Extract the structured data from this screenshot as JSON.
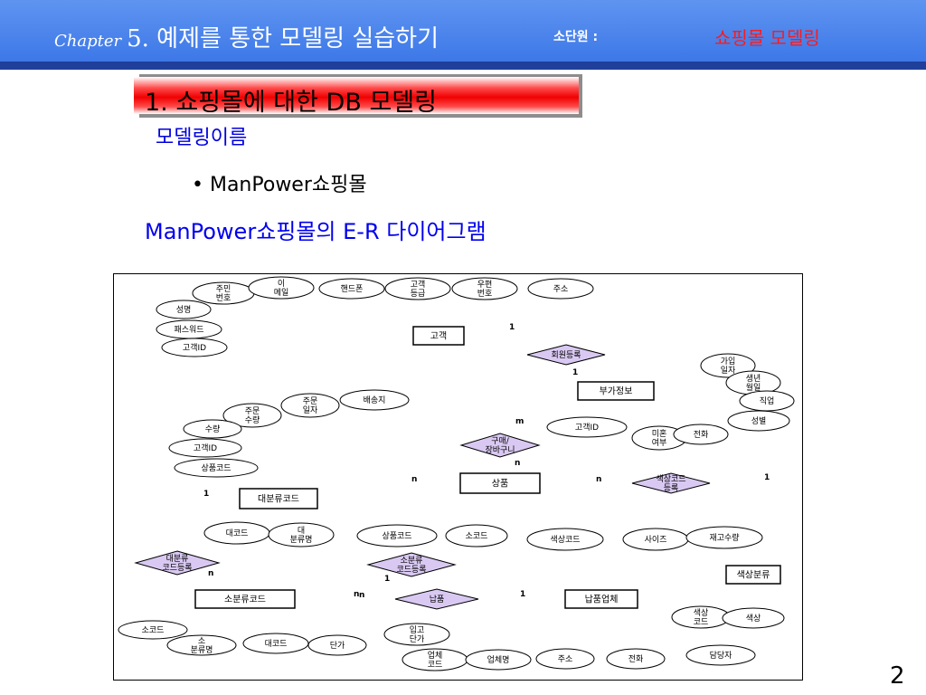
{
  "header": {
    "chapter_word": "Chapter",
    "chapter_title": "5. 예제를 통한 모델링 실습하기",
    "sub_label": "소단원 :",
    "sub_value": "쇼핑몰 모델링"
  },
  "content": {
    "title": "1. 쇼핑몰에 대한 DB 모델링",
    "model_name_label": "모델링이름",
    "bullet": "• ManPower쇼핑몰",
    "er_title": "ManPower쇼핑몰의 E-R 다이어그램"
  },
  "page_number": "2",
  "diagram": {
    "entities": {
      "customer": "고객",
      "extra_info": "부가정보",
      "product": "상품",
      "major_category": "대분류코드",
      "minor_category": "소분류코드",
      "supplier": "납품업체",
      "color_category": "색상분류"
    },
    "relationships": {
      "member_register": "회원등록",
      "purchase": "구매/\n장바구니",
      "color_code": "색상코드\n등록",
      "major_code_reg": "대분류\n코드등록",
      "minor_code_reg": "소분류\n코드등록",
      "supply": "납품"
    },
    "attributes": {
      "c_jumin": "주민\n번호",
      "c_email": "이\n메일",
      "c_phone": "핸드폰",
      "c_grade": "고객\n등급",
      "c_zip": "우편\n번호",
      "c_addr": "주소",
      "c_name": "성명",
      "c_password": "패스워드",
      "c_id": "고객ID",
      "e_joindate": "가입\n일자",
      "e_birth": "생년\n월일",
      "e_job": "직업",
      "e_gender": "성별",
      "e_custid": "고객ID",
      "e_marriage": "미혼\n여부",
      "e_phone": "전화",
      "p_qty": "주문\n수량",
      "p_date": "주문\n일자",
      "p_shipto": "배송지",
      "p_count": "수량",
      "p_custid": "고객ID",
      "p_prodcode": "상품코드",
      "pr_code": "상품코드",
      "pr_minor": "소코드",
      "pr_color": "색상코드",
      "pr_size": "사이즈",
      "pr_stock": "재고수량",
      "mj_code": "대코드",
      "mj_name": "대\n분류명",
      "mn_code": "소코드",
      "mn_name": "소\n분류명",
      "mn_major": "대코드",
      "mn_price": "단가",
      "mn_buyprice": "입고\n단가",
      "s_name": "업체\n코드",
      "s_comp": "업체명",
      "s_addr": "주소",
      "s_phone": "전화",
      "s_person": "담당자",
      "cc_code": "색상\n코드",
      "cc_name": "색상"
    },
    "cardinalities": {
      "cust_reg": "1",
      "reg_extra": "1",
      "purchase_m": "m",
      "purchase_n": "n",
      "prod_left": "n",
      "prod_right": "n",
      "color_one": "1",
      "major_one": "1",
      "major_n": "n",
      "minor_one": "1",
      "minor_n": "n",
      "supply_n": "n",
      "supply_one": "1"
    }
  }
}
